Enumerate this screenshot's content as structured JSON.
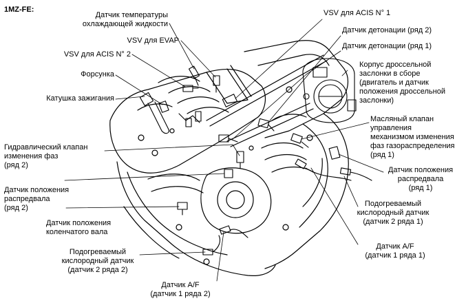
{
  "diagram": {
    "title": "1MZ-FE:",
    "labels": {
      "coolant_temp": [
        "Датчик температуры",
        "охлаждающей жидкости"
      ],
      "vsv_acis_1": "VSV для ACIS N° 1",
      "knock_bank2": "Датчик детонации (ряд 2)",
      "knock_bank1": "Датчик детонации (ряд 1)",
      "vsv_evap": "VSV для EVAP",
      "vsv_acis_2": "VSV для ACIS N° 2",
      "injector": "Форсунка",
      "ignition_coil": "Катушка зажигания",
      "throttle_body": [
        "Корпус дроссельной",
        "заслонки в сборе",
        "(двигатель и датчик",
        "положения дроссельной",
        "заслонки)"
      ],
      "ocv_bank1": [
        "Масляный клапан",
        "управления",
        "механизмом изменения",
        "фаз газораспределения",
        "(ряд 1)"
      ],
      "hydraulic_valve_bank2": [
        "Гидравлический клапан",
        "изменения фаз",
        "(ряд 2)"
      ],
      "cam_sensor_bank1": [
        "Датчик положения",
        "распредвала",
        "(ряд 1)"
      ],
      "cam_sensor_bank2": [
        "Датчик положения",
        "распредвала",
        "(ряд 2)"
      ],
      "heated_o2_bank1_sensor2": [
        "Подогреваемый",
        "кислородный датчик",
        "(датчик 2 ряда 1)"
      ],
      "crank_sensor": [
        "Датчик положения",
        "коленчатого вала"
      ],
      "af_bank1": [
        "Датчик A/F",
        "(датчик 1 ряда 1)"
      ],
      "heated_o2_bank2_sensor2": [
        "Подогреваемый",
        "кислородный датчик",
        "(датчик 2 ряда 2)"
      ],
      "af_bank2": [
        "Датчик A/F",
        "(датчик 1 ряда 2)"
      ]
    },
    "colors": {
      "ink": "#000000",
      "paper": "#ffffff"
    }
  }
}
